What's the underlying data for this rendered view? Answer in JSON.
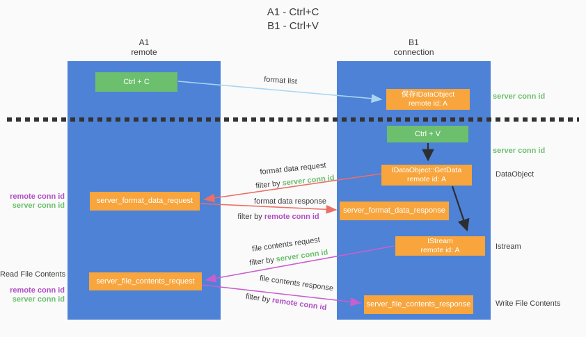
{
  "title": {
    "line1": "A1 - Ctrl+C",
    "line2": "B1 - Ctrl+V"
  },
  "lifelines": {
    "a1": {
      "name": "A1",
      "subtitle": "remote"
    },
    "b1": {
      "name": "B1",
      "subtitle": "connection"
    }
  },
  "nodes": {
    "ctrl_c": {
      "label": "Ctrl + C"
    },
    "save_idataobject": {
      "line1": "保存IDataObject",
      "line2": "remote id: A"
    },
    "ctrl_v": {
      "label": "Ctrl + V"
    },
    "getdata": {
      "line1": "IDataObject::GetData",
      "line2": "remote id: A"
    },
    "server_format_data_request": {
      "label": "server_format_data_request"
    },
    "server_format_data_response": {
      "label": "server_format_data_response"
    },
    "istream": {
      "line1": "IStream",
      "line2": "remote id: A"
    },
    "server_file_contents_request": {
      "label": "server_file_contents_request"
    },
    "server_file_contents_response": {
      "label": "server_file_contents_response"
    }
  },
  "side_labels": {
    "server_conn_id_top": "server conn id",
    "server_conn_id_mid": "server conn id",
    "dataobject": "DataObject",
    "istream": "Istream",
    "write_file_contents": "Write File Contents",
    "remote_conn_id_1": "remote conn id",
    "server_conn_id_1": "server conn id",
    "read_file_contents": "Read File Contents",
    "remote_conn_id_2": "remote conn id",
    "server_conn_id_2": "server conn id"
  },
  "arrow_labels": {
    "format_list": "format list",
    "format_data_request": "format data request",
    "format_data_response": "format data response",
    "file_contents_request": "file contents request",
    "file_contents_response": "file contents response",
    "filter_by": "filter by",
    "server_conn_id": "server conn id",
    "remote_conn_id": "remote conn id"
  },
  "colors": {
    "background": "#fafafa",
    "lifeline_blue": "#4d82d6",
    "box_green": "#6cbf6d",
    "box_orange": "#f7a53c",
    "label_green": "#6cbf6d",
    "label_purple": "#b04ec4",
    "arrow_light_blue": "#a9d5f2",
    "arrow_red": "#ec6f66",
    "arrow_magenta": "#c95fce",
    "arrow_black": "#2e2e2e",
    "text_dark": "#3c3c3c"
  }
}
